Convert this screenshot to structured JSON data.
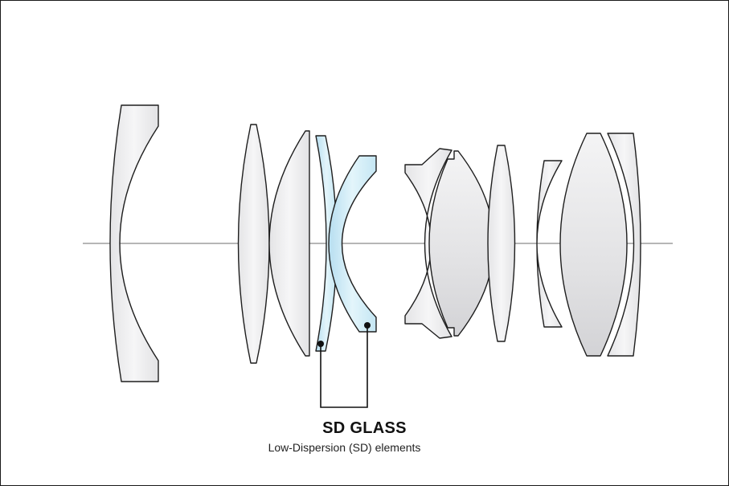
{
  "callout": {
    "title": "SD GLASS",
    "subtitle": "Low-Dispersion (SD) elements"
  },
  "colors": {
    "standard_element": "#f1f1f2",
    "sd_element": "#d4eef6",
    "outline": "#1e1e1e",
    "optical_axis": "#8a8a8a"
  },
  "lens_elements": [
    {
      "id": 1,
      "glass": "standard"
    },
    {
      "id": 2,
      "glass": "standard"
    },
    {
      "id": 3,
      "glass": "standard"
    },
    {
      "id": 4,
      "glass": "SD"
    },
    {
      "id": 5,
      "glass": "SD"
    },
    {
      "id": 6,
      "glass": "standard"
    },
    {
      "id": 7,
      "glass": "standard"
    },
    {
      "id": 8,
      "glass": "standard"
    },
    {
      "id": 9,
      "glass": "standard"
    },
    {
      "id": 10,
      "glass": "standard"
    },
    {
      "id": 11,
      "glass": "standard"
    }
  ]
}
